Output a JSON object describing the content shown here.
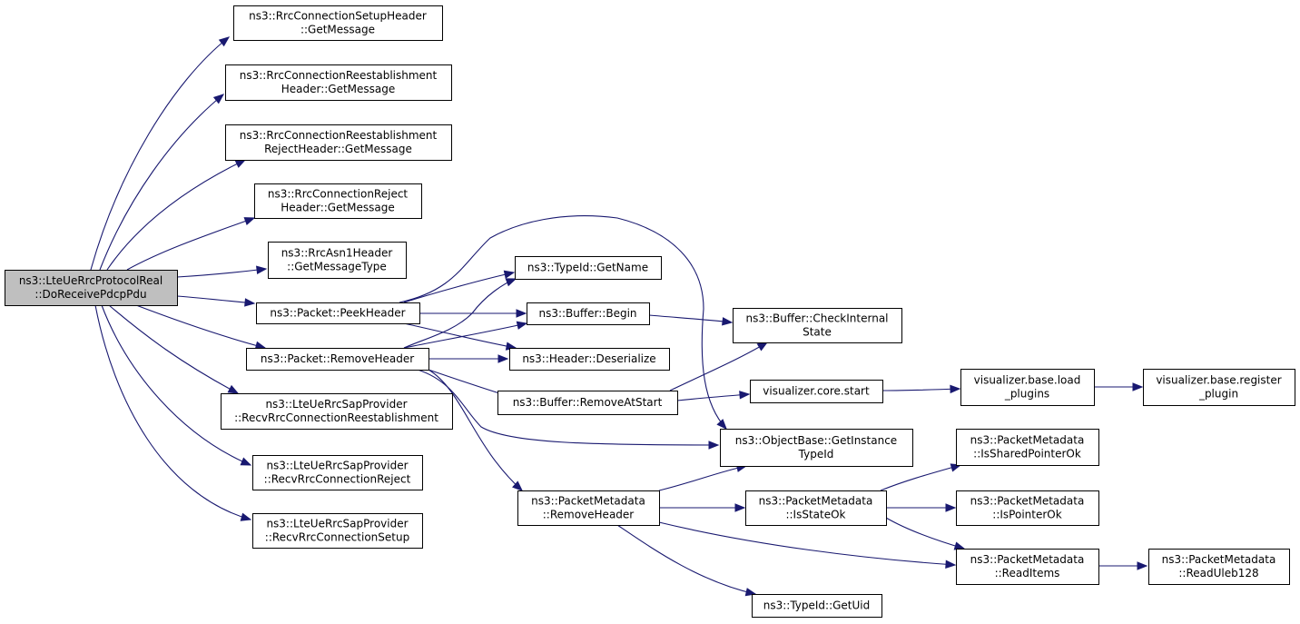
{
  "graph": {
    "root": "root",
    "nodes": [
      {
        "id": "root",
        "lines": [
          "ns3::LteUeRrcProtocolReal",
          "::DoReceivePdcpPdu"
        ]
      },
      {
        "id": "setup_msg",
        "lines": [
          "ns3::RrcConnectionSetupHeader",
          "::GetMessage"
        ]
      },
      {
        "id": "reest_msg",
        "lines": [
          "ns3::RrcConnectionReestablishment",
          "Header::GetMessage"
        ]
      },
      {
        "id": "reestrej_msg",
        "lines": [
          "ns3::RrcConnectionReestablishment",
          "RejectHeader::GetMessage"
        ]
      },
      {
        "id": "reject_msg",
        "lines": [
          "ns3::RrcConnectionReject",
          "Header::GetMessage"
        ]
      },
      {
        "id": "asn1_type",
        "lines": [
          "ns3::RrcAsn1Header",
          "::GetMessageType"
        ]
      },
      {
        "id": "peek",
        "lines": [
          "ns3::Packet::PeekHeader"
        ]
      },
      {
        "id": "remove",
        "lines": [
          "ns3::Packet::RemoveHeader"
        ]
      },
      {
        "id": "recv_reest",
        "lines": [
          "ns3::LteUeRrcSapProvider",
          "::RecvRrcConnectionReestablishment"
        ]
      },
      {
        "id": "recv_reject",
        "lines": [
          "ns3::LteUeRrcSapProvider",
          "::RecvRrcConnectionReject"
        ]
      },
      {
        "id": "recv_setup",
        "lines": [
          "ns3::LteUeRrcSapProvider",
          "::RecvRrcConnectionSetup"
        ]
      },
      {
        "id": "getname",
        "lines": [
          "ns3::TypeId::GetName"
        ]
      },
      {
        "id": "begin",
        "lines": [
          "ns3::Buffer::Begin"
        ]
      },
      {
        "id": "deserialize",
        "lines": [
          "ns3::Header::Deserialize"
        ]
      },
      {
        "id": "removeatstart",
        "lines": [
          "ns3::Buffer::RemoveAtStart"
        ]
      },
      {
        "id": "pm_remove",
        "lines": [
          "ns3::PacketMetadata",
          "::RemoveHeader"
        ]
      },
      {
        "id": "checkinternal",
        "lines": [
          "ns3::Buffer::CheckInternal",
          "State"
        ]
      },
      {
        "id": "viz_start",
        "lines": [
          "visualizer.core.start"
        ]
      },
      {
        "id": "getinstance",
        "lines": [
          "ns3::ObjectBase::GetInstance",
          "TypeId"
        ]
      },
      {
        "id": "isstateok",
        "lines": [
          "ns3::PacketMetadata",
          "::IsStateOk"
        ]
      },
      {
        "id": "getuid",
        "lines": [
          "ns3::TypeId::GetUid"
        ]
      },
      {
        "id": "load_plugins",
        "lines": [
          "visualizer.base.load",
          "_plugins"
        ]
      },
      {
        "id": "register_plugin",
        "lines": [
          "visualizer.base.register",
          "_plugin"
        ]
      },
      {
        "id": "issharedok",
        "lines": [
          "ns3::PacketMetadata",
          "::IsSharedPointerOk"
        ]
      },
      {
        "id": "ispointerok",
        "lines": [
          "ns3::PacketMetadata",
          "::IsPointerOk"
        ]
      },
      {
        "id": "readitems",
        "lines": [
          "ns3::PacketMetadata",
          "::ReadItems"
        ]
      },
      {
        "id": "readuleb",
        "lines": [
          "ns3::PacketMetadata",
          "::ReadUleb128"
        ]
      }
    ],
    "edges": [
      [
        "root",
        "setup_msg"
      ],
      [
        "root",
        "reest_msg"
      ],
      [
        "root",
        "reestrej_msg"
      ],
      [
        "root",
        "reject_msg"
      ],
      [
        "root",
        "asn1_type"
      ],
      [
        "root",
        "peek"
      ],
      [
        "root",
        "remove"
      ],
      [
        "root",
        "recv_reest"
      ],
      [
        "root",
        "recv_reject"
      ],
      [
        "root",
        "recv_setup"
      ],
      [
        "peek",
        "getname"
      ],
      [
        "peek",
        "begin"
      ],
      [
        "peek",
        "deserialize"
      ],
      [
        "peek",
        "getinstance"
      ],
      [
        "remove",
        "getname"
      ],
      [
        "remove",
        "begin"
      ],
      [
        "remove",
        "deserialize"
      ],
      [
        "remove",
        "removeatstart"
      ],
      [
        "remove",
        "getinstance"
      ],
      [
        "remove",
        "pm_remove"
      ],
      [
        "begin",
        "checkinternal"
      ],
      [
        "removeatstart",
        "checkinternal"
      ],
      [
        "removeatstart",
        "viz_start"
      ],
      [
        "viz_start",
        "load_plugins"
      ],
      [
        "load_plugins",
        "register_plugin"
      ],
      [
        "pm_remove",
        "getinstance"
      ],
      [
        "pm_remove",
        "isstateok"
      ],
      [
        "pm_remove",
        "readitems"
      ],
      [
        "pm_remove",
        "getuid"
      ],
      [
        "isstateok",
        "issharedok"
      ],
      [
        "isstateok",
        "ispointerok"
      ],
      [
        "isstateok",
        "readitems"
      ],
      [
        "readitems",
        "readuleb"
      ]
    ],
    "colors": {
      "edge": "#191970",
      "root_fill": "#bfbfbf",
      "node_fill": "#ffffff",
      "border": "#000000"
    }
  }
}
